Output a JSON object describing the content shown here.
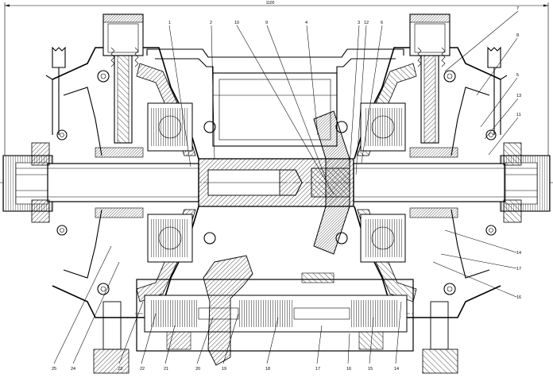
{
  "overall_dimension": "1100",
  "callouts_top": [
    "1",
    "2",
    "10",
    "9",
    "4",
    "3",
    "12",
    "6",
    "7",
    "8",
    "5",
    "13",
    "11"
  ],
  "callouts_bottom": [
    "25",
    "24",
    "23",
    "22",
    "21",
    "20",
    "19",
    "18",
    "17",
    "16",
    "15",
    "14"
  ],
  "callouts_right": [
    "14",
    "17",
    "16"
  ]
}
